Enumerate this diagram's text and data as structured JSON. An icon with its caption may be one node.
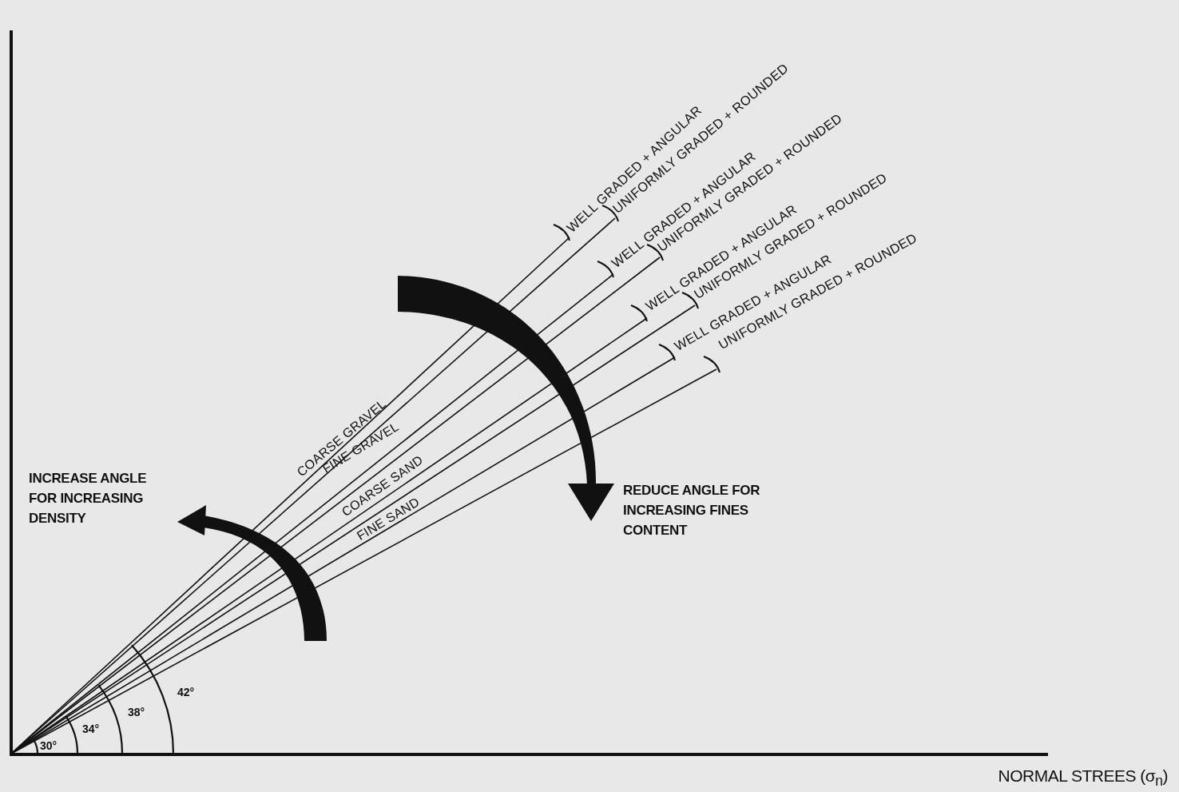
{
  "diagram": {
    "labels": [
      "WELL GRADED + ANGULAR",
      "UNIFORMLY GRADED + ROUNDED",
      "WELL GRADED + ANGULAR",
      "UNIFORMLY GRADED + ROUNDED",
      "WELL GRADED + ANGULAR",
      "UNIFORMLY GRADED + ROUNDED",
      "WELL GRADED + ANGULAR",
      "UNIFORMLY GRADED + ROUNDED",
      "COARSE GRAVEL",
      "FINE GRAVEL",
      "COARSE SAND",
      "FINE SAND",
      "INCREASE ANGLE FOR INCREASING DENSITY",
      "REDUCE ANGLE FOR INCREASING FINES CONTENT",
      "42°",
      "38°",
      "34°",
      "30°",
      "NORMAL STREES (σ$_{n}$)"
    ]
  }
}
